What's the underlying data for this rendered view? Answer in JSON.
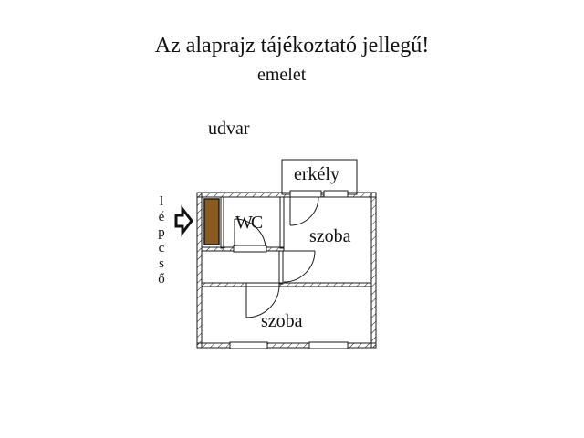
{
  "header": {
    "title": "Az alaprajz tájékoztató jellegű!",
    "floor": "emelet"
  },
  "labels": {
    "courtyard": "udvar",
    "balcony": "erkély",
    "wc": "WC",
    "room_upper": "szoba",
    "room_lower": "szoba",
    "staircase_letters": [
      "l",
      "é",
      "p",
      "c",
      "s",
      "ő"
    ]
  },
  "icons": {
    "entrance_arrow": "arrow-right-icon"
  },
  "colors": {
    "wall": "#1a1a1a",
    "cabinet": "#8b5a1e",
    "background": "#ffffff"
  }
}
